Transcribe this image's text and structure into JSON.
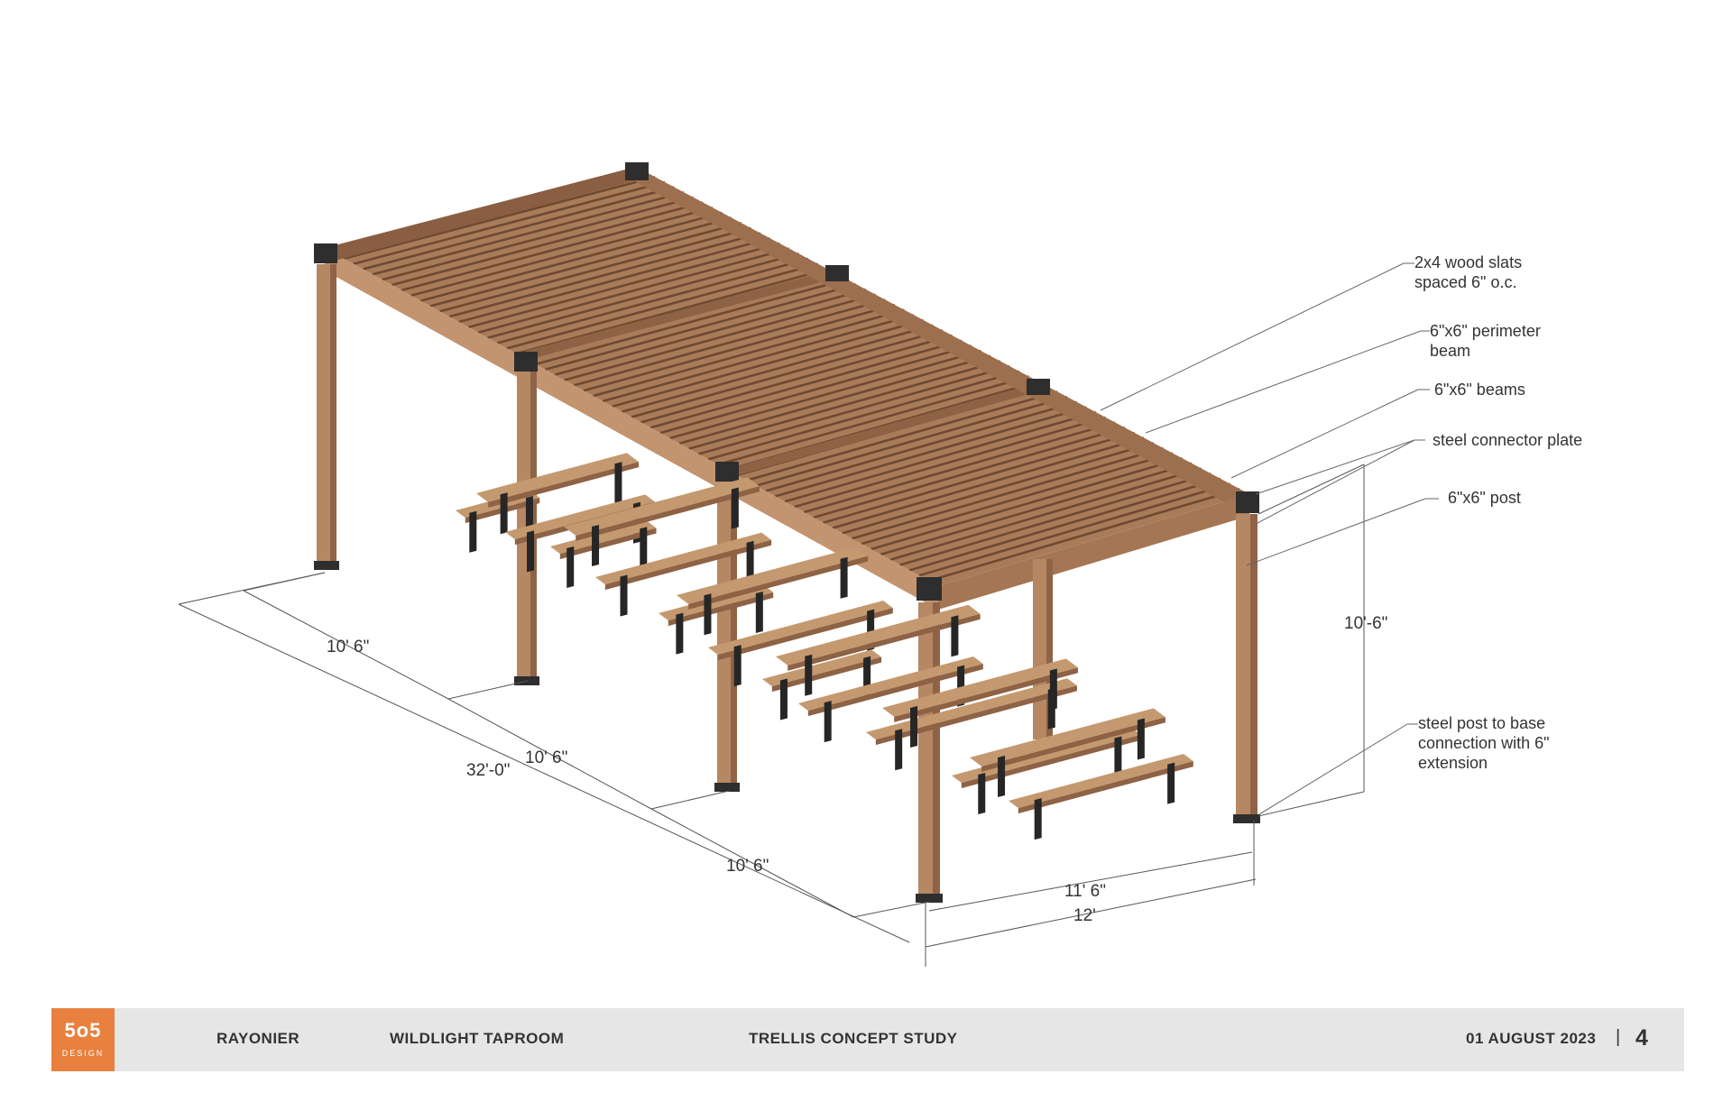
{
  "colors": {
    "brand_orange": "#e8813f",
    "footer_bg": "#e6e6e6",
    "wood": "#b58763",
    "wood_dark": "#7e563a",
    "steel": "#2e2e2e"
  },
  "diagram": {
    "callouts": {
      "slats": [
        "2x4 wood slats",
        "spaced 6\" o.c."
      ],
      "perimeter_beam": [
        "6\"x6\" perimeter",
        "beam"
      ],
      "beams": [
        "6\"x6\" beams"
      ],
      "plate": [
        "steel connector plate"
      ],
      "post": [
        "6\"x6\" post"
      ],
      "base": [
        "steel post to base",
        "connection with 6\"",
        "extension"
      ]
    },
    "dimensions": {
      "bay_1": "10' 6\"",
      "bay_2": "10' 6\"",
      "bay_3": "10' 6\"",
      "overall_length": "32'-0\"",
      "width_inner": "11' 6\"",
      "width_overall": "12'",
      "height": "10'-6\""
    }
  },
  "footer": {
    "logo_main": "5o5",
    "logo_sub": "DESIGN",
    "client": "RAYONIER",
    "project": "WILDLIGHT TAPROOM",
    "sheet_title": "TRELLIS CONCEPT STUDY",
    "date": "01 AUGUST 2023",
    "separator": "|",
    "page_number": "4"
  }
}
